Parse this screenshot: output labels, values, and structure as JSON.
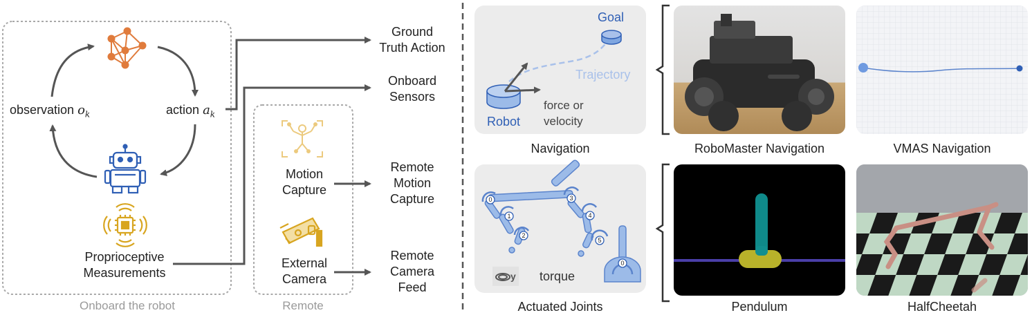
{
  "left": {
    "observation_label": "observation",
    "observation_var": "o",
    "observation_sub": "k",
    "action_label": "action",
    "action_var": "a",
    "action_sub": "k",
    "proprio_line1": "Proprioceptive",
    "proprio_line2": "Measurements",
    "onboard_caption": "Onboard the robot",
    "motion_line1": "Motion",
    "motion_line2": "Capture",
    "camera_line1": "External",
    "camera_line2": "Camera",
    "remote_caption": "Remote",
    "out_gt_line1": "Ground",
    "out_gt_line2": "Truth Action",
    "out_sensors_line1": "Onboard",
    "out_sensors_line2": "Sensors",
    "out_mocap_line1": "Remote",
    "out_mocap_line2": "Motion",
    "out_mocap_line3": "Capture",
    "out_cam_line1": "Remote",
    "out_cam_line2": "Camera",
    "out_cam_line3": "Feed"
  },
  "right": {
    "nav_goal": "Goal",
    "nav_trajectory": "Trajectory",
    "nav_robot": "Robot",
    "nav_force_line1": "force or",
    "nav_force_line2": "velocity",
    "caption_navigation": "Navigation",
    "caption_robomaster": "RoboMaster Navigation",
    "caption_vmas": "VMAS Navigation",
    "joints_torque": "torque",
    "joints_axis": "y",
    "joint_numbers": [
      "0",
      "1",
      "2",
      "3",
      "4",
      "5",
      "0"
    ],
    "caption_joints": "Actuated Joints",
    "caption_pendulum": "Pendulum",
    "caption_halfcheetah": "HalfCheetah"
  },
  "colors": {
    "orange": "#e07b3c",
    "blue": "#2f5fb5",
    "gold": "#d8a520",
    "sketch_blue": "#7fa6e0",
    "trajectory": "#a9c1ea",
    "arrow": "#555555"
  }
}
